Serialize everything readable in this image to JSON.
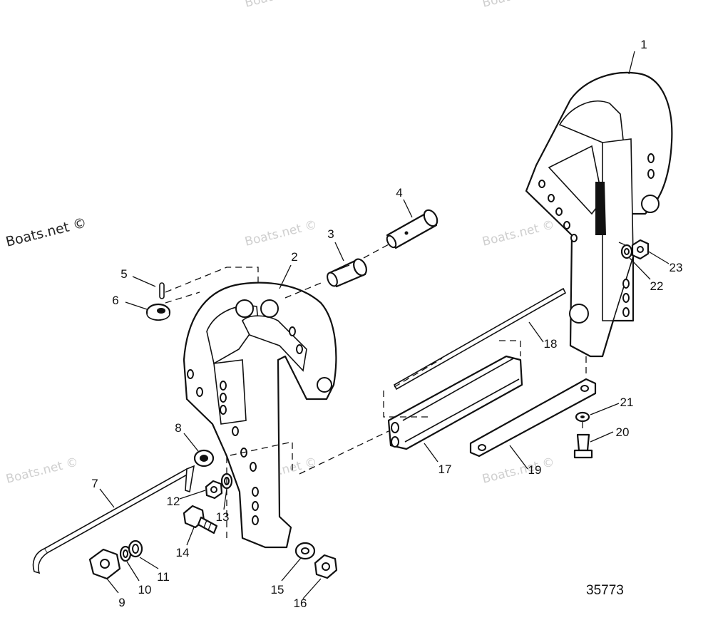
{
  "diagram": {
    "drawing_number": "35773",
    "watermark_text": "Boats.net ©",
    "callouts": [
      "1",
      "2",
      "3",
      "4",
      "5",
      "6",
      "7",
      "8",
      "9",
      "10",
      "11",
      "12",
      "13",
      "14",
      "15",
      "16",
      "17",
      "18",
      "19",
      "20",
      "21",
      "22",
      "23"
    ]
  }
}
